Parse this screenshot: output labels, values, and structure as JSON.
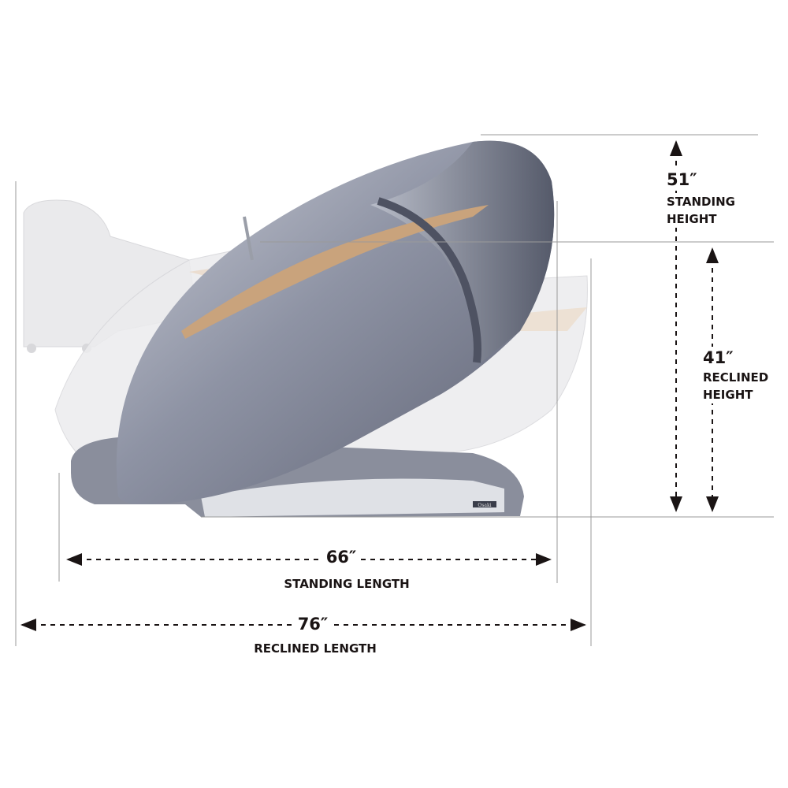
{
  "dimensions": {
    "standing_height": {
      "value": "51″",
      "label_line1": "STANDING",
      "label_line2": "HEIGHT"
    },
    "reclined_height": {
      "value": "41″",
      "label_line1": "RECLINED",
      "label_line2": "HEIGHT"
    },
    "standing_length": {
      "value": "66″",
      "label": "STANDING LENGTH"
    },
    "reclined_length": {
      "value": "76″",
      "label": "RECLINED LENGTH"
    }
  },
  "product": {
    "brand_logo": "Osaki"
  },
  "colors": {
    "line": "#9a9a9a",
    "arrow": "#1a1414",
    "chair_body": "#7d8294",
    "chair_ghost": "#e4e4e6",
    "accent_stripe": "#c9a37c"
  }
}
